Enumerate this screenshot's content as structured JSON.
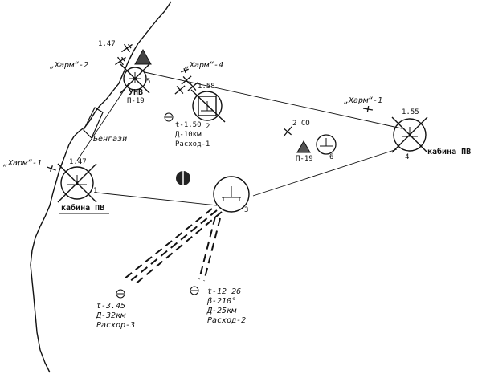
{
  "labels": {
    "harm2": "„Харм“-2",
    "harm4": "„Харм“-4",
    "harm1_top": "„Харм“-1",
    "harm1_left": "„Харм“-1",
    "alt_147_top": "1.47",
    "alt_147_left": "1.47",
    "alt_158": "1.58",
    "alt_155": "1.55",
    "unv": "УНВ",
    "p19_a": "П-19",
    "p19_b": "П-19",
    "benghazi": "Бенгази",
    "cabin_left": "кабина ПВ",
    "cabin_right": "кабина ПВ",
    "co": "2 СО",
    "site1": "1",
    "site2": "2",
    "site3": "3",
    "site4": "4",
    "site5": "5",
    "site6": "6"
  },
  "notes": {
    "n1": [
      "t-1.50",
      "Д-10км",
      "Расход-1"
    ],
    "n2": [
      "t-12 26",
      "β-210°",
      "Д-25км",
      "Расход-2"
    ],
    "n3": [
      "t-3.45",
      "Д-32км",
      "Расхор-3"
    ]
  }
}
